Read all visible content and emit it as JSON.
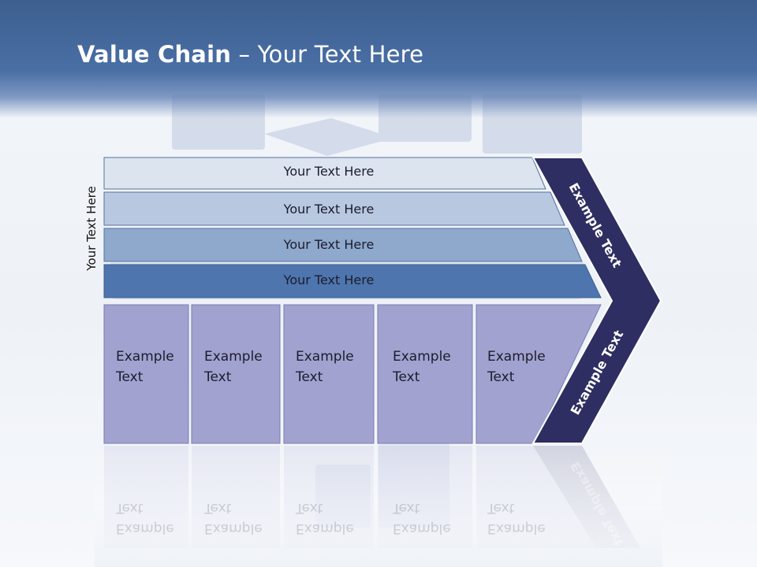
{
  "slide": {
    "title_bold": "Value Chain",
    "title_rest": " – Your Text Here",
    "side_label": "Your Text Here"
  },
  "rows": [
    {
      "text": "Your Text Here"
    },
    {
      "text": "Your Text Here"
    },
    {
      "text": "Your Text Here"
    },
    {
      "text": "Your Text Here"
    }
  ],
  "boxes": [
    {
      "line1": "Example",
      "line2": "Text"
    },
    {
      "line1": "Example",
      "line2": "Text"
    },
    {
      "line1": "Example",
      "line2": "Text"
    },
    {
      "line1": "Example",
      "line2": "Text"
    },
    {
      "line1": "Example",
      "line2": "Text"
    }
  ],
  "chevron": {
    "top_text": "Example Text",
    "bottom_text": "Example Text"
  },
  "colors": {
    "header": "#4a6fa5",
    "row1": "#dce4ef",
    "row2": "#b8c8e0",
    "row3": "#8ea9cc",
    "row4": "#4e75ad",
    "box": "#a2a2d0",
    "chevron": "#2e2e62"
  }
}
